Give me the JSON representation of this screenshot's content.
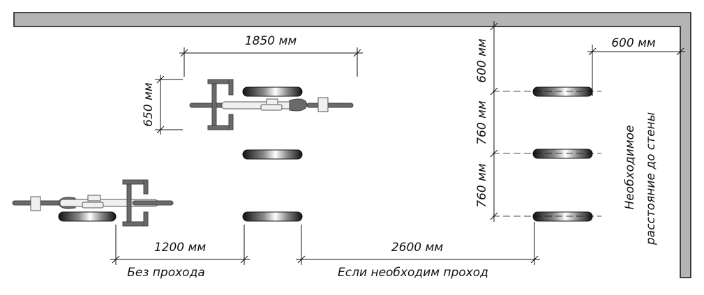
{
  "labels": {
    "dim_1850": "1850 мм",
    "dim_650": "650 мм",
    "dim_600_top": "600 мм",
    "dim_760_a": "760 мм",
    "dim_760_b": "760 мм",
    "dim_600_right": "600 мм",
    "dim_1200": "1200 мм",
    "dim_2600": "2600 мм",
    "no_passage": "Без прохода",
    "if_passage": "Если необходим проход",
    "wall_note_line1": "Необходимое",
    "wall_note_line2": "расстояние до стены"
  },
  "colors": {
    "wall_fill": "#b4b4b4",
    "line": "#111111",
    "tyre_dark": "#111111",
    "tyre_light": "#ffffff"
  }
}
